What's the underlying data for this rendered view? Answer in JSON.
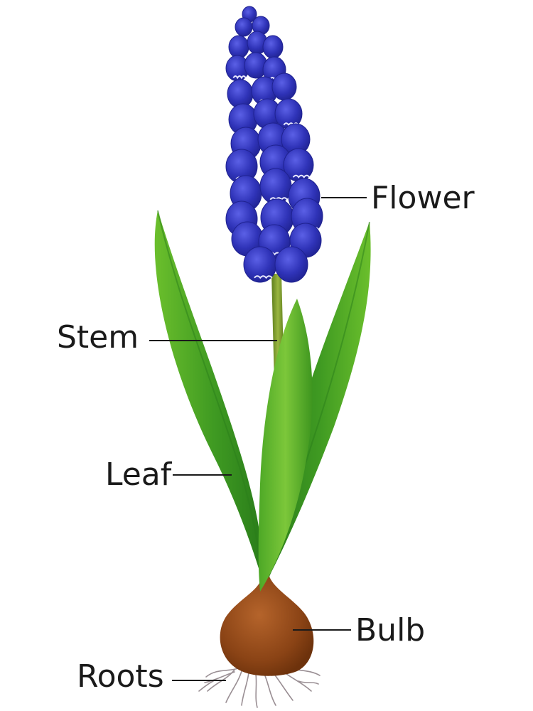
{
  "labels": {
    "flower": "Flower",
    "stem": "Stem",
    "leaf": "Leaf",
    "bulb": "Bulb",
    "roots": "Roots"
  },
  "colors": {
    "petal": "#2f33b8",
    "petal_edge": "#1f2290",
    "petal_highlight": "#5b60e6",
    "petal_frill": "#e8e8ff",
    "leaf_light": "#6bbf2c",
    "leaf_dark": "#2a7d1a",
    "stem": "#7a9a2a",
    "bulb": "#8a4315",
    "bulb_highlight": "#b5642b",
    "roots": "#9a8f94",
    "leader_line": "#1a1a1a"
  }
}
